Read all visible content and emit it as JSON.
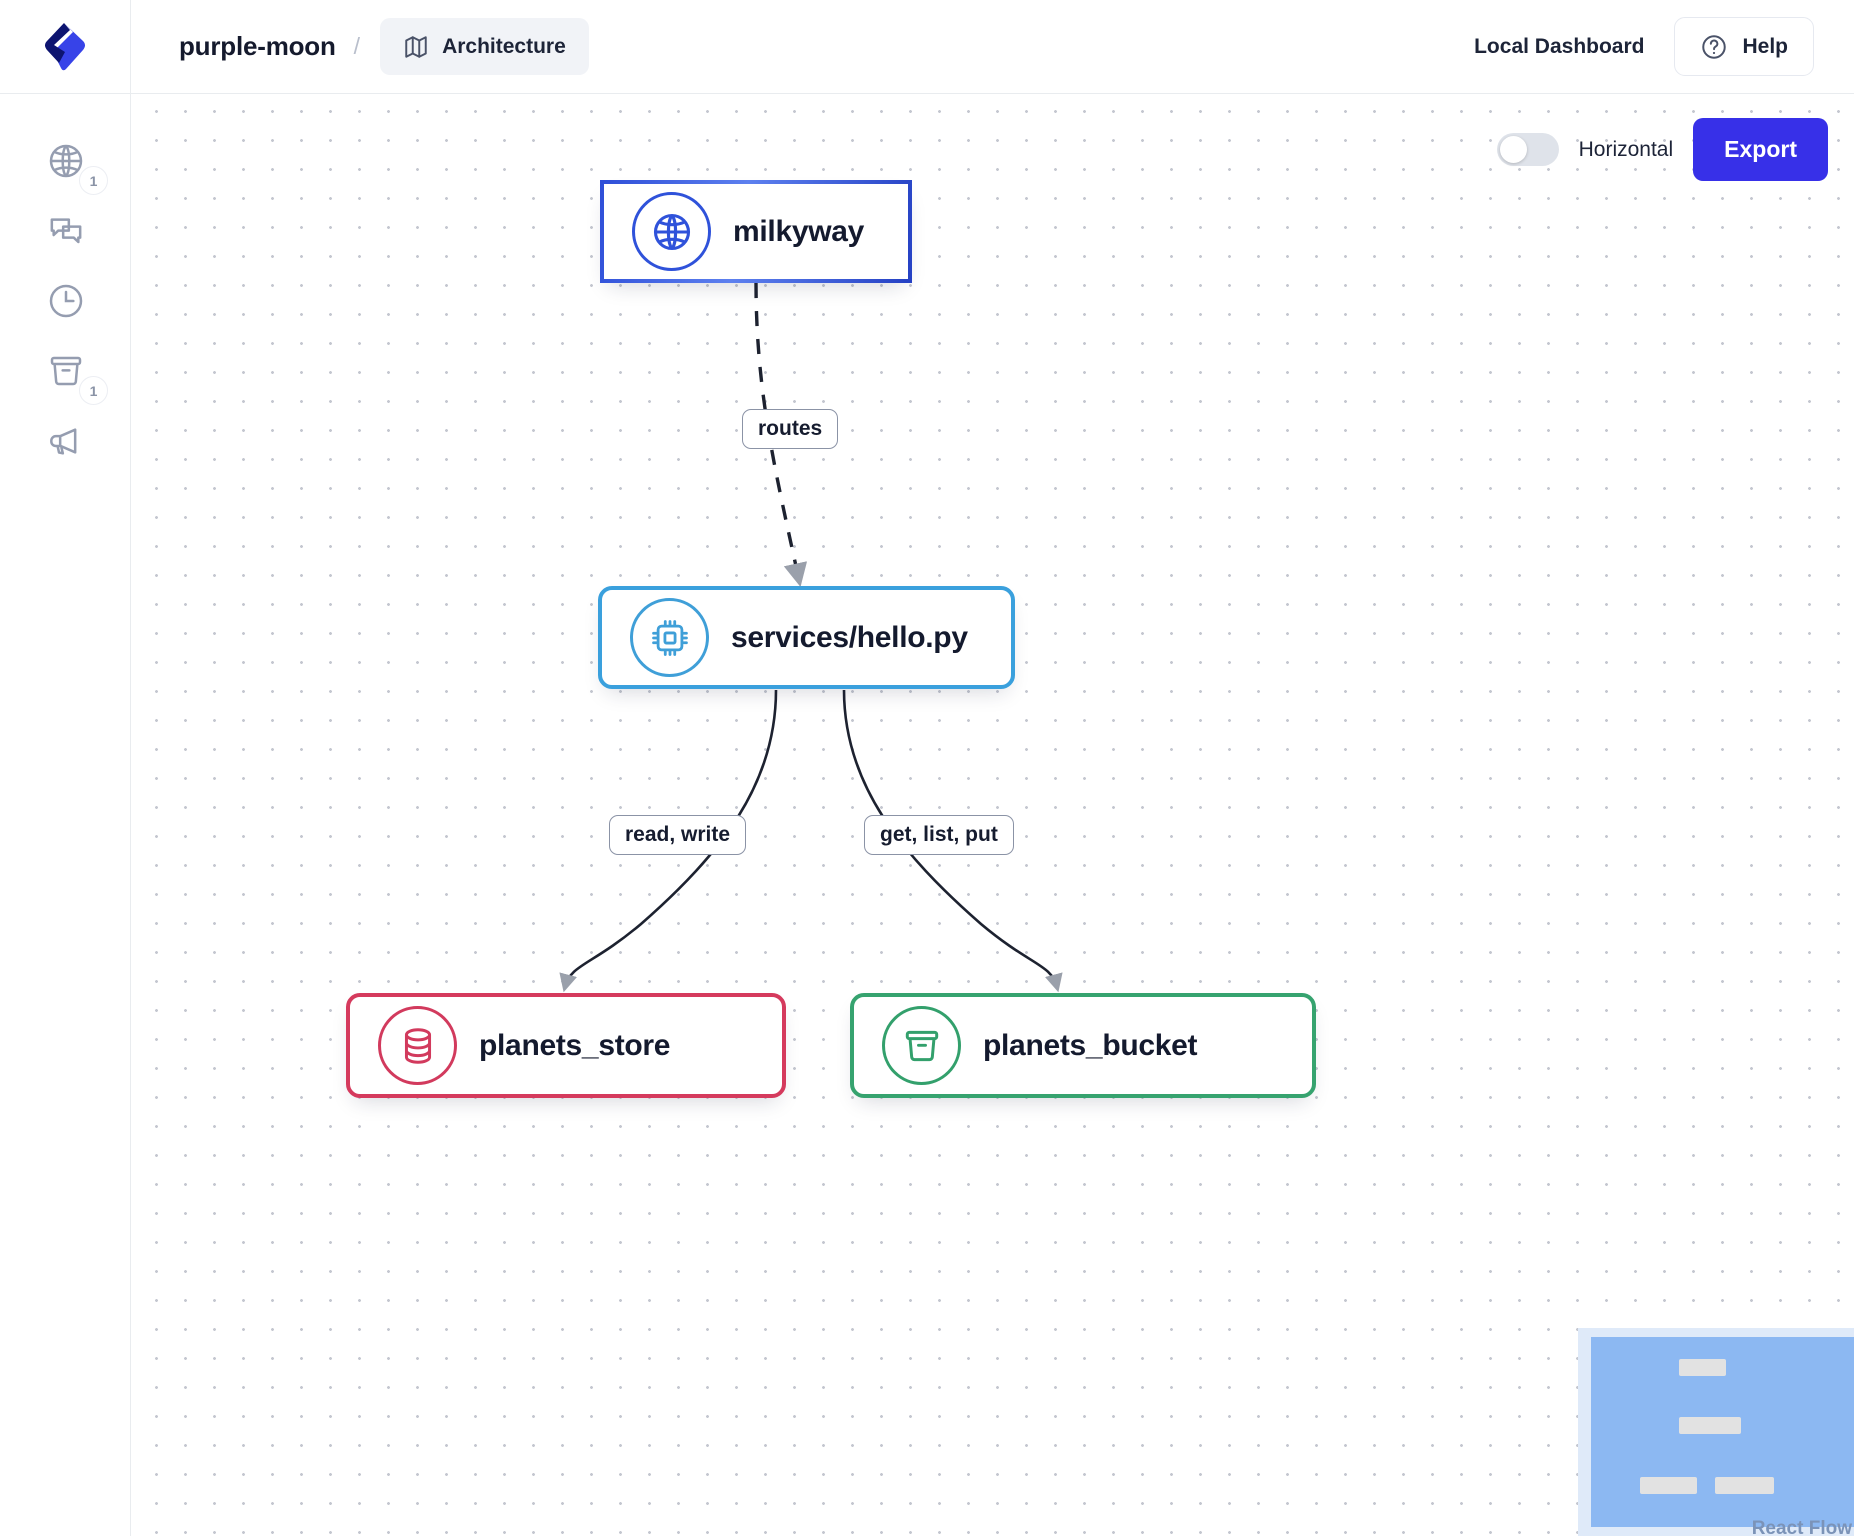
{
  "header": {
    "logo_icon": "app-logo-icon",
    "project_name": "purple-moon",
    "separator": "/",
    "tab": {
      "label": "Architecture",
      "icon": "map-icon"
    },
    "local_dashboard": "Local Dashboard",
    "help": {
      "label": "Help",
      "icon": "question-circle-icon"
    }
  },
  "sidebar": {
    "items": [
      {
        "icon": "globe-icon",
        "name": "endpoints",
        "badge": "1"
      },
      {
        "icon": "chat-icon",
        "name": "messages",
        "badge": ""
      },
      {
        "icon": "clock-icon",
        "name": "schedules",
        "badge": ""
      },
      {
        "icon": "bucket-icon",
        "name": "buckets",
        "badge": "1"
      },
      {
        "icon": "megaphone-icon",
        "name": "topics",
        "badge": ""
      }
    ]
  },
  "canvas": {
    "controls": {
      "orientation_toggle_label": "Horizontal",
      "orientation_toggle_on": false,
      "export_label": "Export"
    },
    "nodes": [
      {
        "id": "milkyway",
        "label": "milkyway",
        "icon": "globe-icon",
        "color": "#2f52da"
      },
      {
        "id": "services-hello-py",
        "label": "services/hello.py",
        "icon": "cpu-icon",
        "color": "#3f9fd8"
      },
      {
        "id": "planets-store",
        "label": "planets_store",
        "icon": "database-icon",
        "color": "#d23a5d"
      },
      {
        "id": "planets-bucket",
        "label": "planets_bucket",
        "icon": "bucket-icon",
        "color": "#33a06c"
      }
    ],
    "edges": [
      {
        "from": "milkyway",
        "to": "services-hello-py",
        "label": "routes",
        "style": "dashed"
      },
      {
        "from": "services-hello-py",
        "to": "planets-store",
        "label": "read, write",
        "style": "solid"
      },
      {
        "from": "services-hello-py",
        "to": "planets-bucket",
        "label": "get, list, put",
        "style": "solid"
      }
    ],
    "attribution": "React Flow"
  }
}
